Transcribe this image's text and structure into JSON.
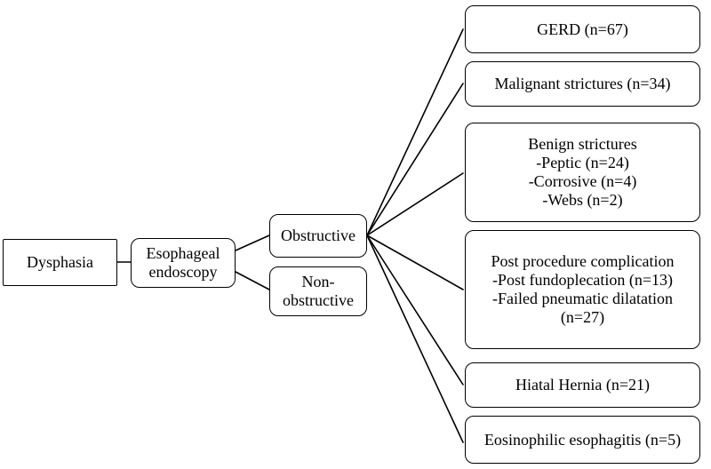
{
  "nodes": {
    "dysphasia": [
      "Dysphasia"
    ],
    "endoscopy": [
      "Esophageal",
      "endoscopy"
    ],
    "obstructive": [
      "Obstructive"
    ],
    "non_obstructive": [
      "Non-",
      "obstructive"
    ],
    "gerd": [
      "GERD (n=67)"
    ],
    "malignant": [
      "Malignant strictures (n=34)"
    ],
    "benign": [
      "Benign strictures",
      "-Peptic (n=24)",
      "-Corrosive (n=4)",
      "-Webs (n=2)"
    ],
    "post_procedure": [
      "Post procedure complication",
      "-Post fundoplecation (n=13)",
      "-Failed pneumatic dilatation",
      "(n=27)"
    ],
    "hiatal": [
      "Hiatal Hernia (n=21)"
    ],
    "eosinophilic": [
      "Eosinophilic esophagitis (n=5)"
    ]
  },
  "colors": {
    "line": "#000000",
    "box_border": "#000000",
    "background": "#ffffff"
  }
}
